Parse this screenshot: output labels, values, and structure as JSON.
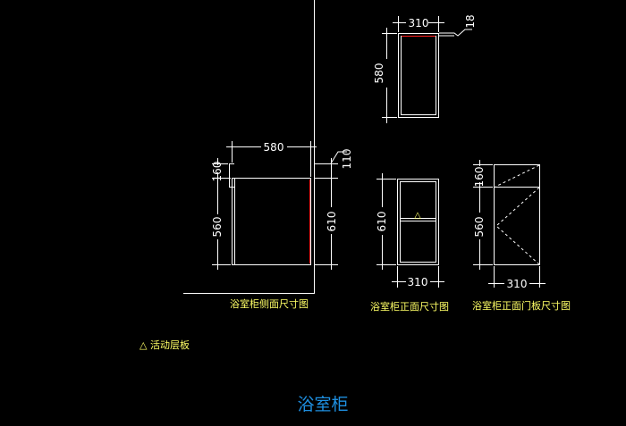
{
  "drawing": {
    "title": "浴室柜",
    "colors": {
      "background": "#000000",
      "line": "#ffffff",
      "accent_line": "#ff2020",
      "caption": "#ffff66",
      "title": "#1e8fe0"
    },
    "views": {
      "side": {
        "caption": "浴室柜侧面尺寸图",
        "dim_width": "580",
        "dim_height": "560",
        "dim_top": "160",
        "dim_right": "610",
        "dim_top_right": "110"
      },
      "top": {
        "dim_width": "310",
        "dim_height": "580",
        "dim_thickness": "18"
      },
      "front": {
        "caption": "浴室柜正面尺寸图",
        "dim_width": "310",
        "dim_height": "610",
        "shelf_symbol": "△"
      },
      "door": {
        "caption": "浴室柜正面门板尺寸图",
        "dim_width": "310",
        "dim_height": "560",
        "dim_top": "160"
      }
    },
    "legend": {
      "text": "△ 活动层板"
    }
  }
}
